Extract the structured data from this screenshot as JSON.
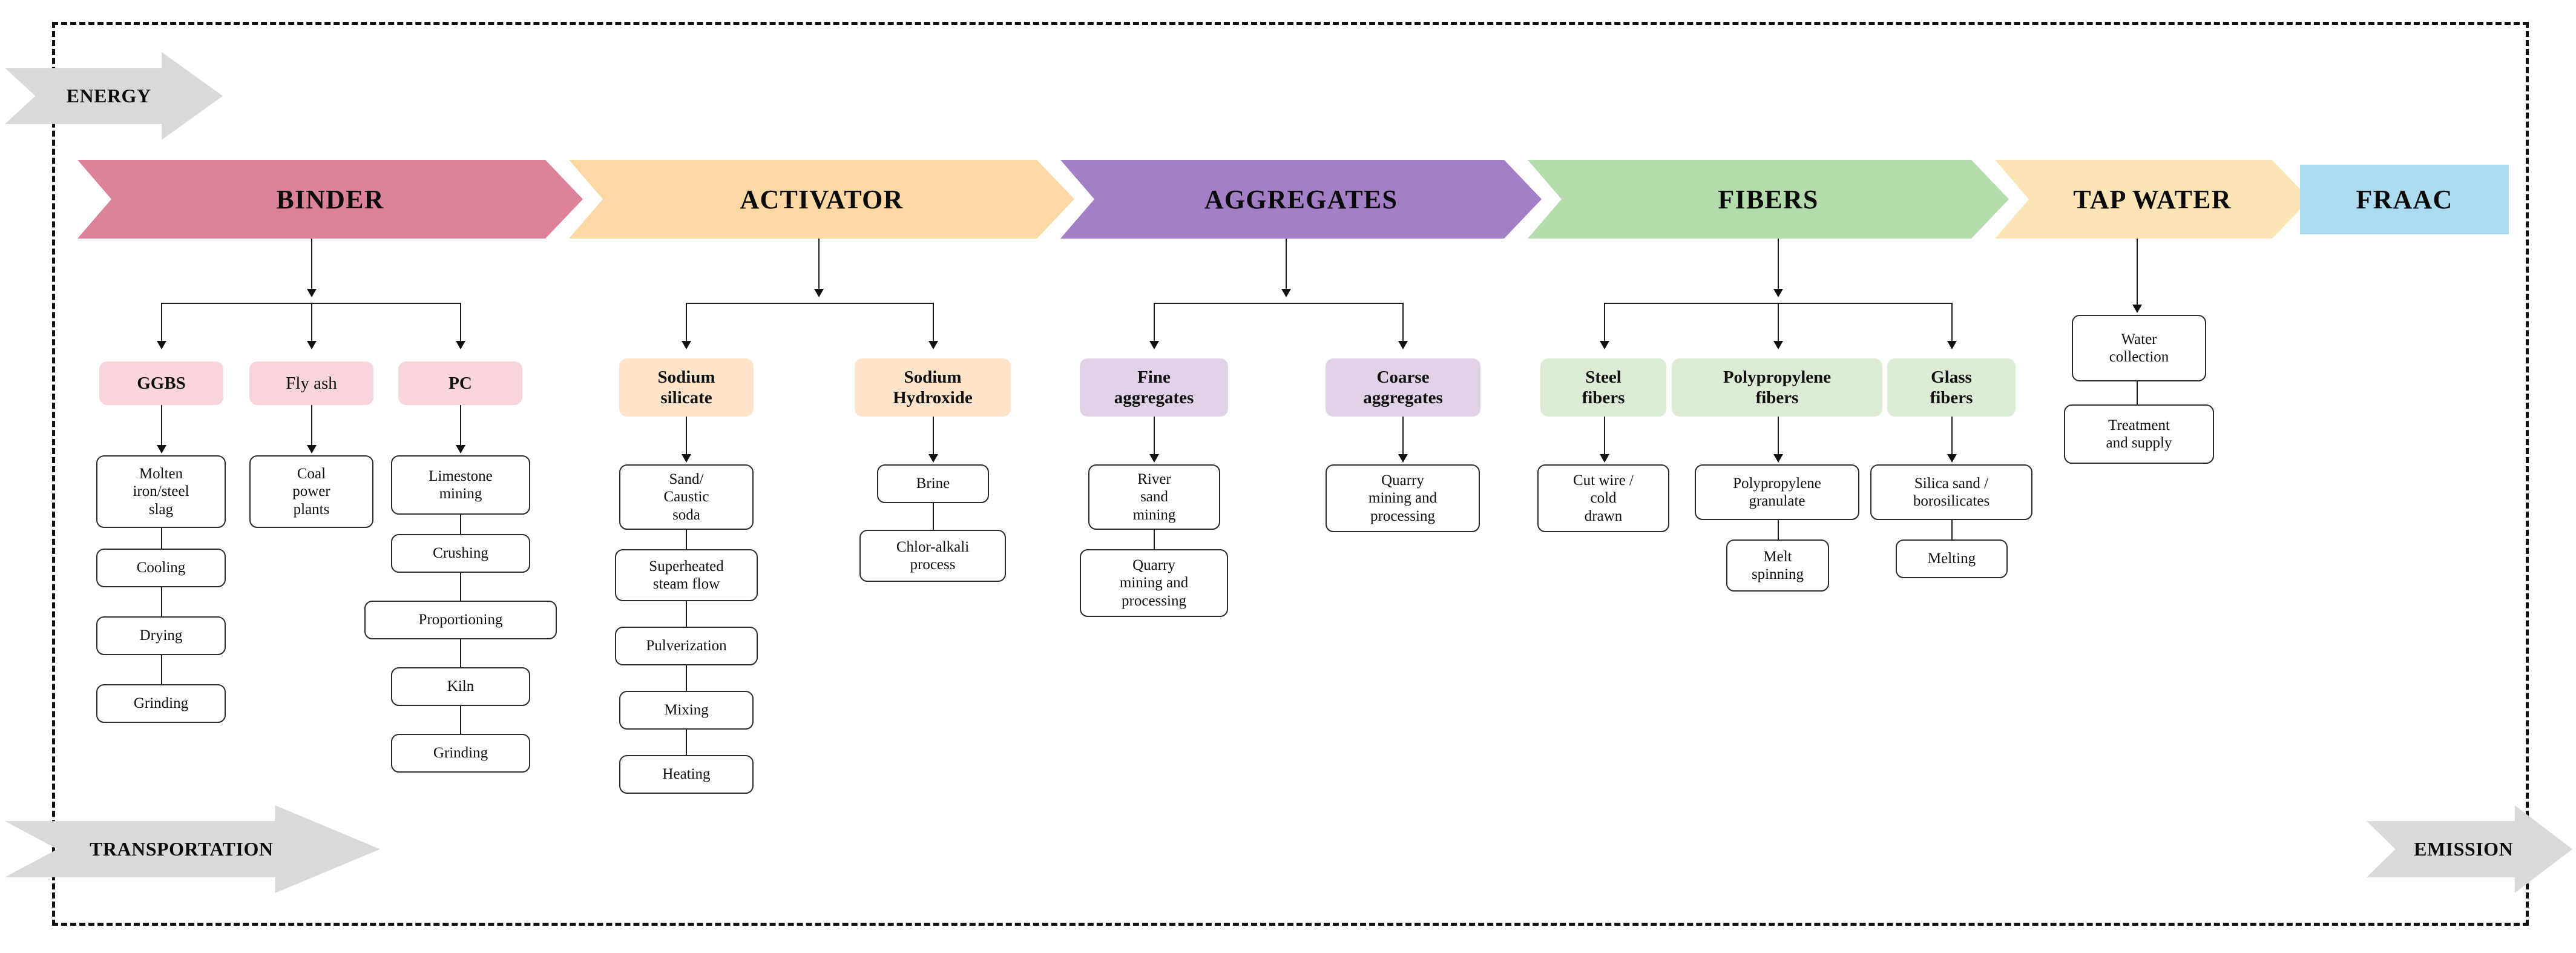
{
  "diagram": {
    "title": "FRAAC raw material supply-chain / life-cycle flow diagram",
    "side_arrows": [
      {
        "key": "energy",
        "label": "ENERGY"
      },
      {
        "key": "transportation",
        "label": "TRANSPORTATION"
      },
      {
        "key": "emission",
        "label": "EMISSION"
      }
    ],
    "stages": [
      {
        "key": "binder",
        "label": "BINDER",
        "color": "#dd8399",
        "shape": "chevron"
      },
      {
        "key": "activator",
        "label": "ACTIVATOR",
        "color": "#fcd9a4",
        "shape": "chevron"
      },
      {
        "key": "aggregates",
        "label": "AGGREGATES",
        "color": "#a37fc6",
        "shape": "chevron"
      },
      {
        "key": "fibers",
        "label": "FIBERS",
        "color": "#b4dcac",
        "shape": "chevron"
      },
      {
        "key": "tapwater",
        "label": "TAP WATER",
        "color": "#fce5b5",
        "shape": "chevron"
      },
      {
        "key": "fraac",
        "label": "FRAAC",
        "color": "#addcf0",
        "shape": "rect"
      }
    ],
    "categories": [
      {
        "key": "ggbs",
        "label": "GGBS",
        "stage": "binder",
        "fill": "#f8d5da"
      },
      {
        "key": "fly-ash",
        "label": "Fly ash",
        "stage": "binder",
        "fill": "#f8d5da"
      },
      {
        "key": "pc",
        "label": "PC",
        "stage": "binder",
        "fill": "#f8d5da"
      },
      {
        "key": "sodium-silicate",
        "label": "Sodium silicate",
        "stage": "activator",
        "fill": "#fde4cb"
      },
      {
        "key": "sodium-hydroxide",
        "label": "Sodium Hydroxide",
        "stage": "activator",
        "fill": "#fde4cb"
      },
      {
        "key": "fine-aggregates",
        "label": "Fine aggregates",
        "stage": "aggregates",
        "fill": "#e2d2e8"
      },
      {
        "key": "coarse-aggregates",
        "label": "Coarse aggregates",
        "stage": "aggregates",
        "fill": "#e2d2e8"
      },
      {
        "key": "steel-fibers",
        "label": "Steel fibers",
        "stage": "fibers",
        "fill": "#dcecd4"
      },
      {
        "key": "polypropylene-fibers",
        "label": "Polypropylene fibers",
        "stage": "fibers",
        "fill": "#dcecd4"
      },
      {
        "key": "glass-fibers",
        "label": "Glass fibers",
        "stage": "fibers",
        "fill": "#dcecd4"
      }
    ],
    "process_chains": {
      "ggbs": [
        "Molten iron/steel slag",
        "Cooling",
        "Drying",
        "Grinding"
      ],
      "fly_ash": [
        "Coal power plants"
      ],
      "pc": [
        "Limestone mining",
        "Crushing",
        "Proportioning",
        "Kiln",
        "Grinding"
      ],
      "sodium_silicate": [
        "Sand/ Caustic soda",
        "Superheated steam flow",
        "Pulverization",
        "Mixing",
        "Heating"
      ],
      "sodium_hydroxide": [
        "Brine",
        "Chlor-alkali process"
      ],
      "fine_aggregates": [
        "River sand mining",
        "Quarry mining and processing"
      ],
      "coarse_aggregates": [
        "Quarry mining and processing"
      ],
      "steel_fibers": [
        "Cut wire / cold drawn"
      ],
      "polypropylene_fibers": [
        "Polypropylene granulate",
        "Melt spinning"
      ],
      "glass_fibers": [
        "Silica sand / borosilicates",
        "Melting"
      ],
      "tap_water": [
        "Water collection",
        "Treatment and supply"
      ]
    },
    "nodes": {
      "molten_slag": "Molten\niron/steel\nslag",
      "cooling": "Cooling",
      "drying": "Drying",
      "grinding_ggbs": "Grinding",
      "coal_power_plants": "Coal\npower\nplants",
      "limestone_mining": "Limestone\nmining",
      "crushing": "Crushing",
      "proportioning": "Proportioning",
      "kiln": "Kiln",
      "grinding_pc": "Grinding",
      "sand_caustic_soda": "Sand/\nCaustic\nsoda",
      "superheated_steam_flow": "Superheated\nsteam flow",
      "pulverization": "Pulverization",
      "mixing": "Mixing",
      "heating": "Heating",
      "brine": "Brine",
      "chlor_alkali_process": "Chlor-alkali\nprocess",
      "river_sand_mining": "River\nsand\nmining",
      "quarry_fine": "Quarry\nmining and\nprocessing",
      "quarry_coarse": "Quarry\nmining and\nprocessing",
      "cut_wire_cold_drawn": "Cut wire /\ncold\ndrawn",
      "polypropylene_granulate": "Polypropylene\ngranulate",
      "melt_spinning": "Melt\nspinning",
      "silica_sand_borosilicates": "Silica sand /\nborosilicates",
      "melting": "Melting",
      "water_collection": "Water\ncollection",
      "treatment_and_supply": "Treatment\nand supply"
    },
    "category_labels": {
      "ggbs": "GGBS",
      "fly_ash": "Fly ash",
      "pc": "PC",
      "sodium_silicate": "Sodium\nsilicate",
      "sodium_hydroxide": "Sodium\nHydroxide",
      "fine_aggregates": "Fine\naggregates",
      "coarse_aggregates": "Coarse\naggregates",
      "steel_fibers": "Steel\nfibers",
      "polypropylene_fibers": "Polypropylene\nfibers",
      "glass_fibers": "Glass\nfibers"
    },
    "stage_labels": {
      "binder": "BINDER",
      "activator": "ACTIVATOR",
      "aggregates": "AGGREGATES",
      "fibers": "FIBERS",
      "tapwater": "TAP WATER",
      "fraac": "FRAAC"
    },
    "side_labels": {
      "energy": "ENERGY",
      "transportation": "TRANSPORTATION",
      "emission": "EMISSION"
    },
    "colors": {
      "binder": "#dd8399",
      "activator": "#fcd9a4",
      "aggregates": "#a37fc6",
      "fibers": "#b4dcac",
      "tapwater": "#fce5b5",
      "fraac": "#addcf0",
      "side_arrow": "#d9d9d9",
      "binder_cat_fill": "#f8d5da",
      "activator_cat_fill": "#fde4cb",
      "aggregates_cat_fill": "#e2d2e8",
      "fibers_cat_fill": "#dcecd4",
      "line": "#1a1a1a",
      "frame": "#111111"
    }
  }
}
